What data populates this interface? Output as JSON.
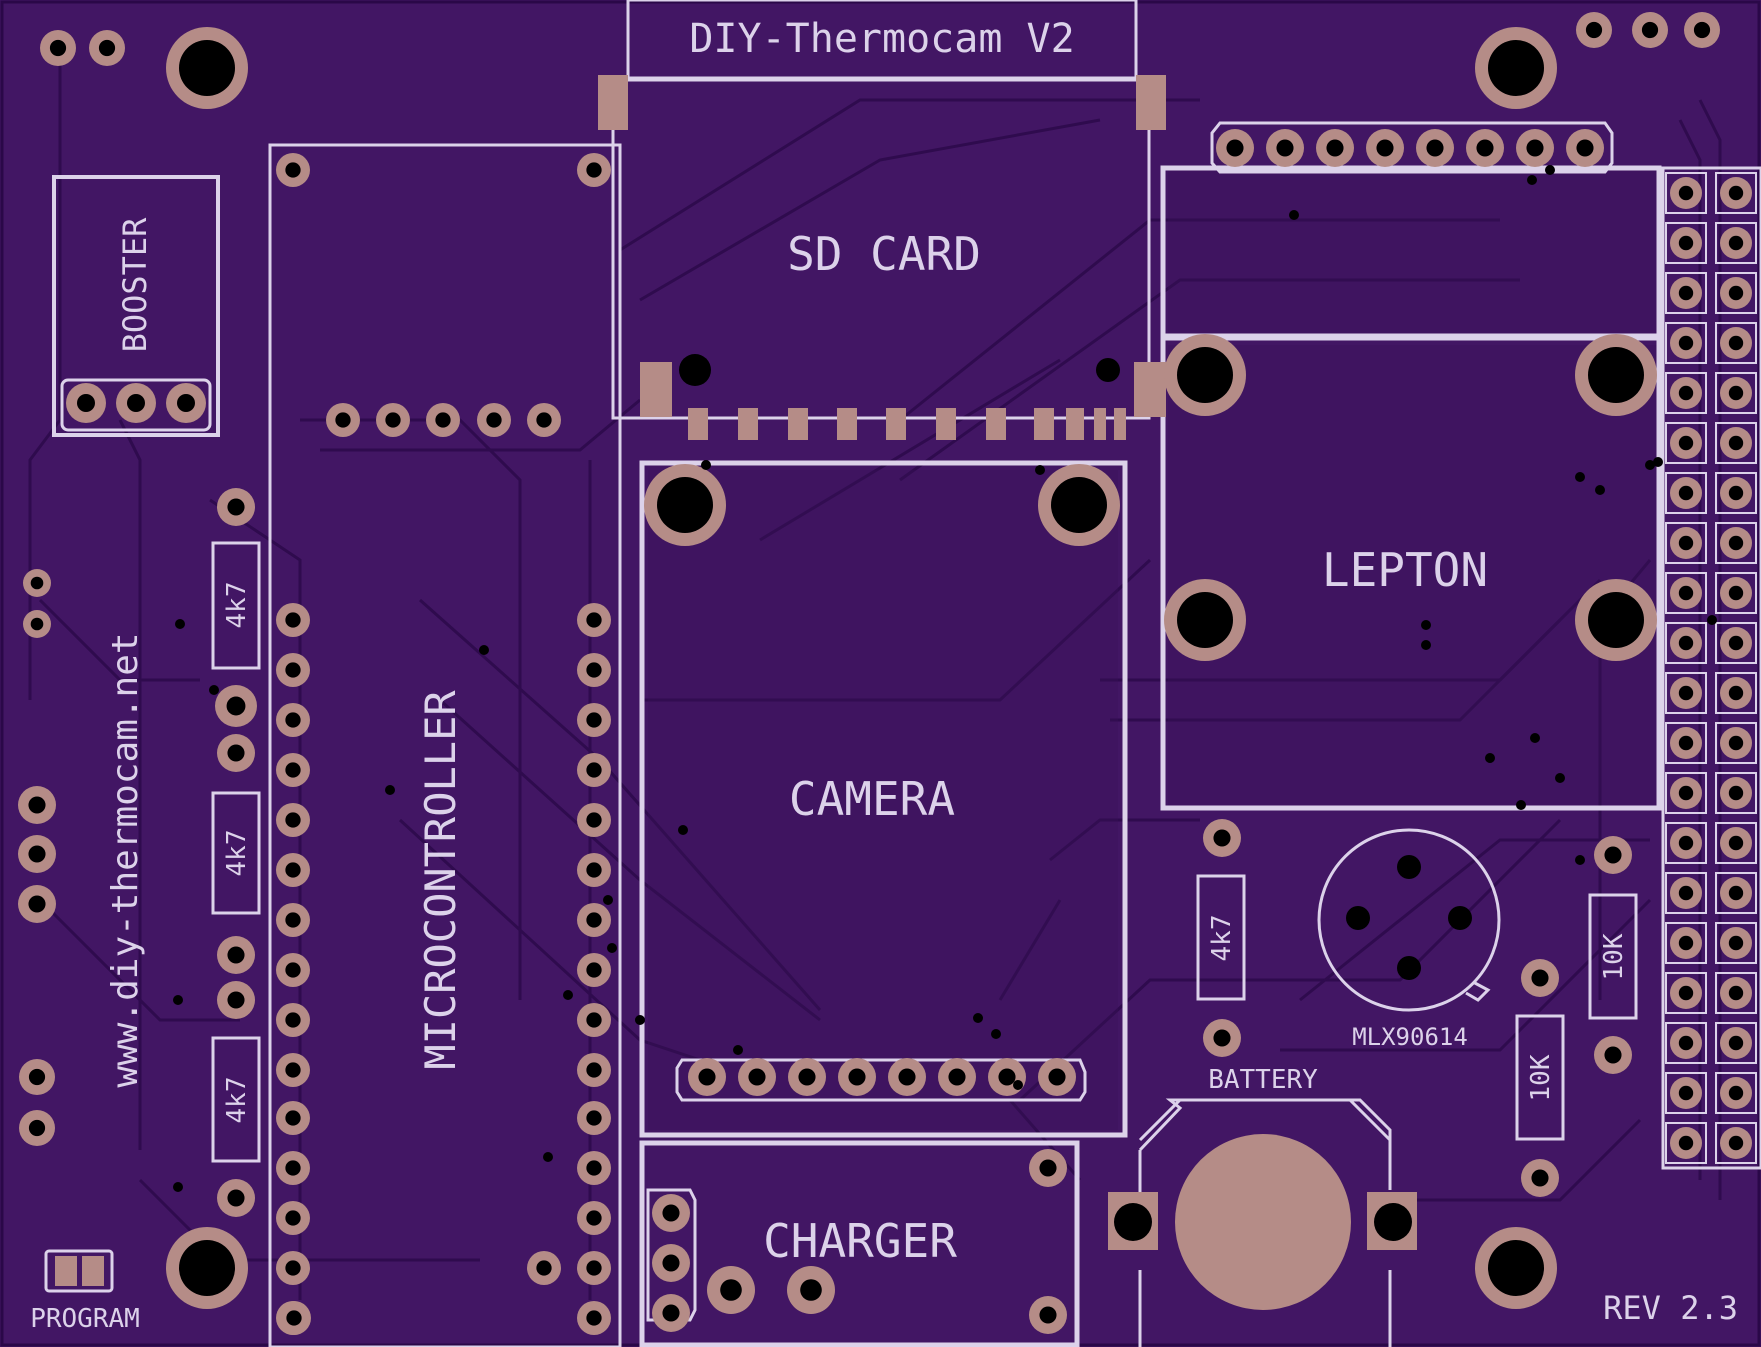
{
  "board": {
    "title": "DIY-Thermocam V2",
    "website": "www.diy-thermocam.net",
    "revision": "REV 2.3",
    "colors": {
      "board": "#421664",
      "copper": "#381056",
      "trace": "#2a0848",
      "silk": "#dcd2ea",
      "pad": "#b58c87",
      "hole": "#000000"
    }
  },
  "modules": {
    "sd_card": "SD CARD",
    "lepton": "LEPTON",
    "camera": "CAMERA",
    "charger": "CHARGER",
    "microcontroller": "MICROCONTROLLER",
    "booster": "BOOSTER",
    "sensor": "MLX90614",
    "battery": "BATTERY",
    "program": "PROGRAM"
  },
  "resistors": {
    "r1": "4k7",
    "r2": "4k7",
    "r3": "4k7",
    "r4": "4k7",
    "r5": "10K",
    "r6": "10K"
  }
}
